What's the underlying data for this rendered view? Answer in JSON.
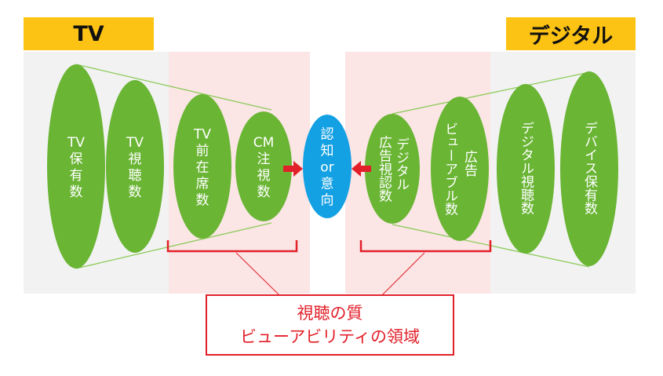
{
  "headers": {
    "tv": "TV",
    "digital": "デジタル"
  },
  "tv_funnel": [
    {
      "text": "TV\n保\n有\n数"
    },
    {
      "text": "TV\n視\n聴\n数"
    },
    {
      "text": "TV\n前\n在\n席\n数"
    },
    {
      "text": "CM\n注\n視\n数"
    }
  ],
  "center": {
    "text": "認\n知\nor\n意\n向"
  },
  "digital_funnel": [
    {
      "col1": "デジタル",
      "col2": "広告視認数"
    },
    {
      "col1": "広告",
      "col2": "ビューアブル数"
    },
    {
      "col1": "デジタル視聴数"
    },
    {
      "col1": "デバイス保有数"
    }
  ],
  "caption": {
    "line1": "視聴の質",
    "line2": "ビューアビリティの領域"
  },
  "colors": {
    "header_bg": "#fdc314",
    "ellipse_green": "#6ab534",
    "center_blue": "#14a1e3",
    "panel_gray": "#f2f2f2",
    "panel_pink": "#fbe5e5",
    "accent_red": "#e2202a",
    "line_green": "#8ccb5a"
  }
}
